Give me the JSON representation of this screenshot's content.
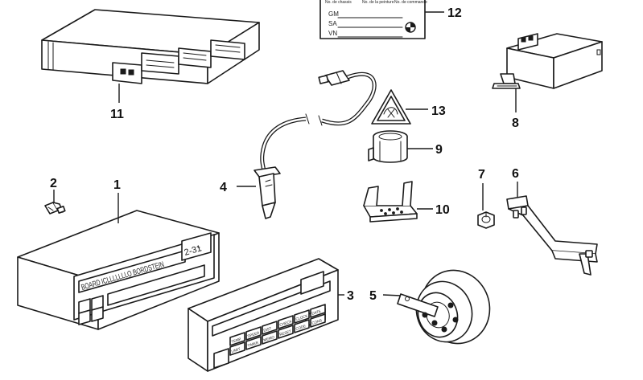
{
  "callouts": {
    "c1": "1",
    "c2": "2",
    "c3": "3",
    "c4": "4",
    "c5": "5",
    "c6": "6",
    "c7": "7",
    "c8": "8",
    "c9": "9",
    "c10": "10",
    "c11": "11",
    "c12": "12",
    "c13": "13"
  },
  "label_plate": {
    "lines": [
      "GM",
      "SA",
      "VN"
    ]
  },
  "onboard_computer": {
    "display_text": "BOARD ICLLLLLLLO BORDSTEIN",
    "clock_text": "2-31"
  },
  "keypad": {
    "keys": [
      "TEMP",
      "SPEED",
      "DIST",
      "CHECK",
      "CLOCK",
      "DATE",
      "LIMIT",
      "TIMER",
      "MEMO",
      "RESET",
      "CODE",
      "CONS"
    ]
  },
  "colors": {
    "line": "#1a1a1a",
    "background": "#ffffff"
  },
  "icons": [
    "control-module-icon",
    "bulb-icon",
    "temperature-sensor-icon",
    "bracket-icon",
    "horn-icon",
    "nut-icon",
    "socket-icon",
    "warning-triangle-icon",
    "relay-icon",
    "label-plate-icon"
  ]
}
